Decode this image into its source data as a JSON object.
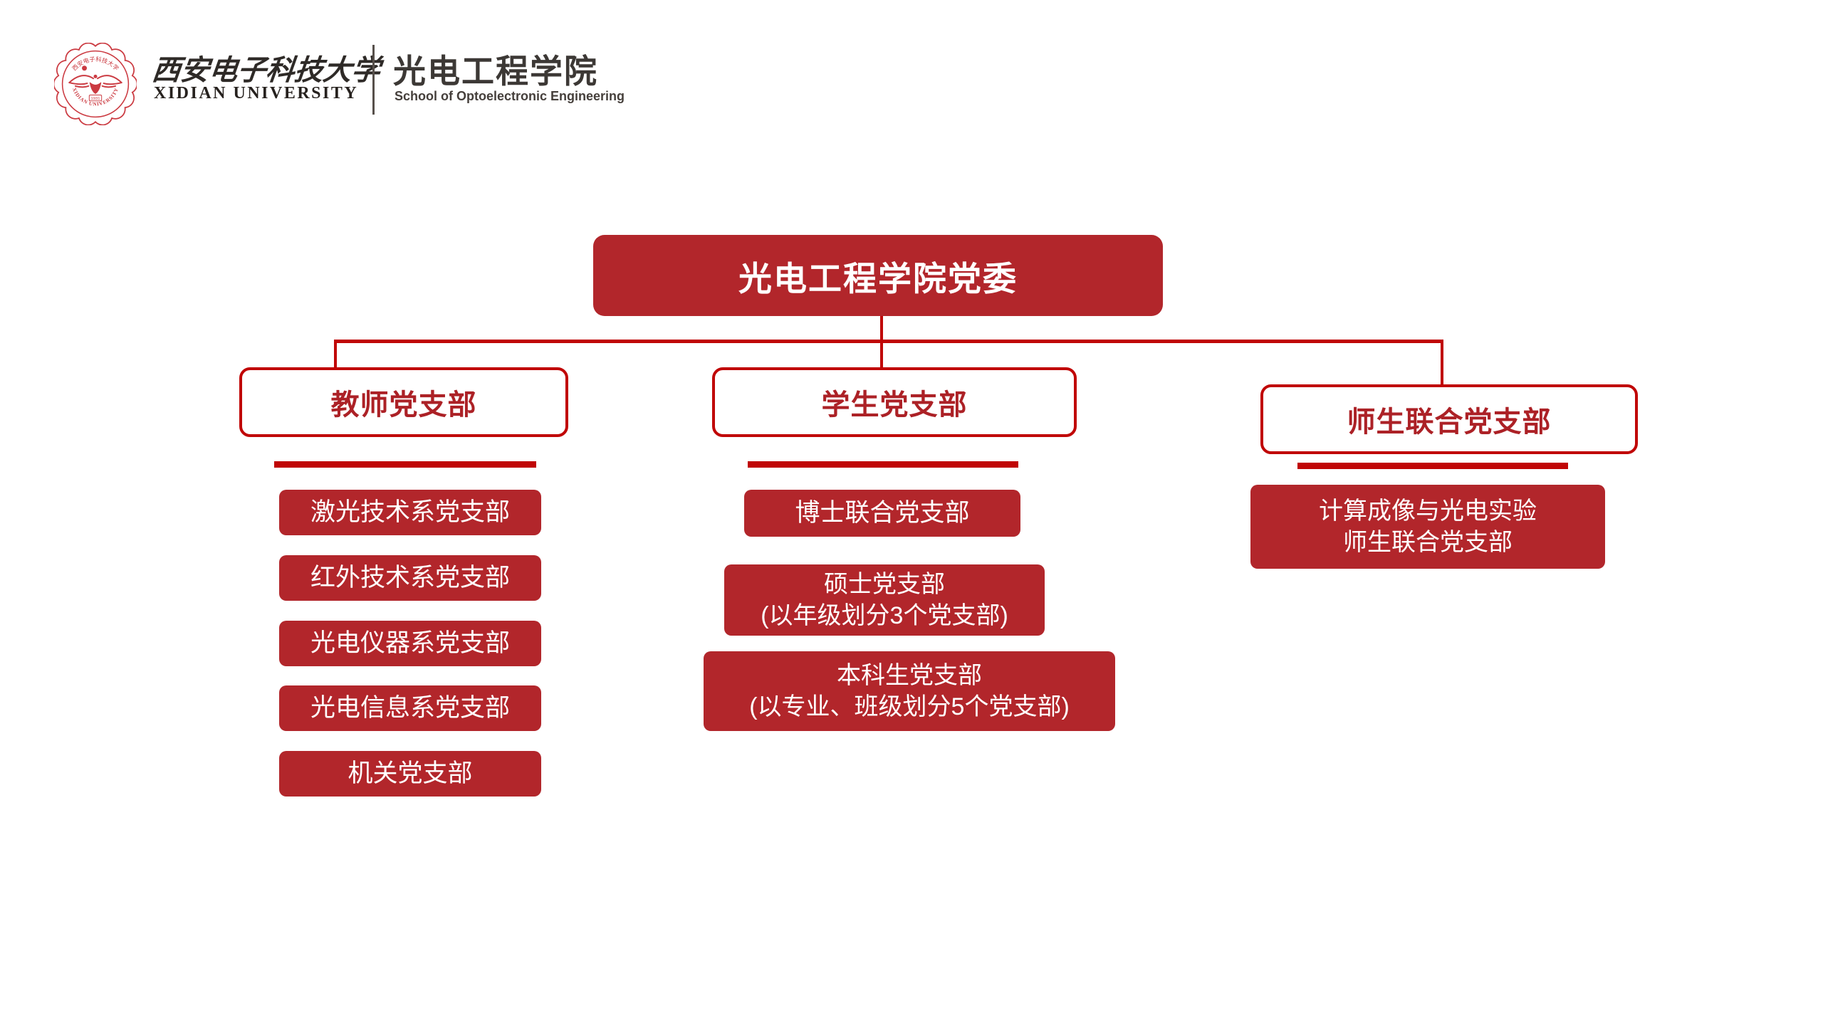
{
  "header": {
    "seal": {
      "top_text": "西安电子科技大学",
      "bottom_text": "XIDIAN UNIVERSITY",
      "year": "1931"
    },
    "university_cn": "西安电子科技大学",
    "university_en": "XIDIAN UNIVERSITY",
    "school_cn": "光电工程学院",
    "school_en": "School of Optoelectronic Engineering"
  },
  "colors": {
    "box_fill_red": "#b2262b",
    "line_red": "#c00505",
    "outline_text_red": "#ac2126",
    "seal_red": "#cb3a41",
    "header_text": "#3c3835"
  },
  "org": {
    "root": {
      "label": "光电工程学院党委"
    },
    "branches": [
      {
        "label": "教师党支部",
        "children": [
          {
            "label": "激光技术系党支部"
          },
          {
            "label": "红外技术系党支部"
          },
          {
            "label": "光电仪器系党支部"
          },
          {
            "label": "光电信息系党支部"
          },
          {
            "label": "机关党支部"
          }
        ]
      },
      {
        "label": "学生党支部",
        "children": [
          {
            "label": "博士联合党支部"
          },
          {
            "label": "硕士党支部\n(以年级划分3个党支部)"
          },
          {
            "label": "本科生党支部\n(以专业、班级划分5个党支部)"
          }
        ]
      },
      {
        "label": "师生联合党支部",
        "children": [
          {
            "label": "计算成像与光电实验\n师生联合党支部"
          }
        ]
      }
    ]
  }
}
